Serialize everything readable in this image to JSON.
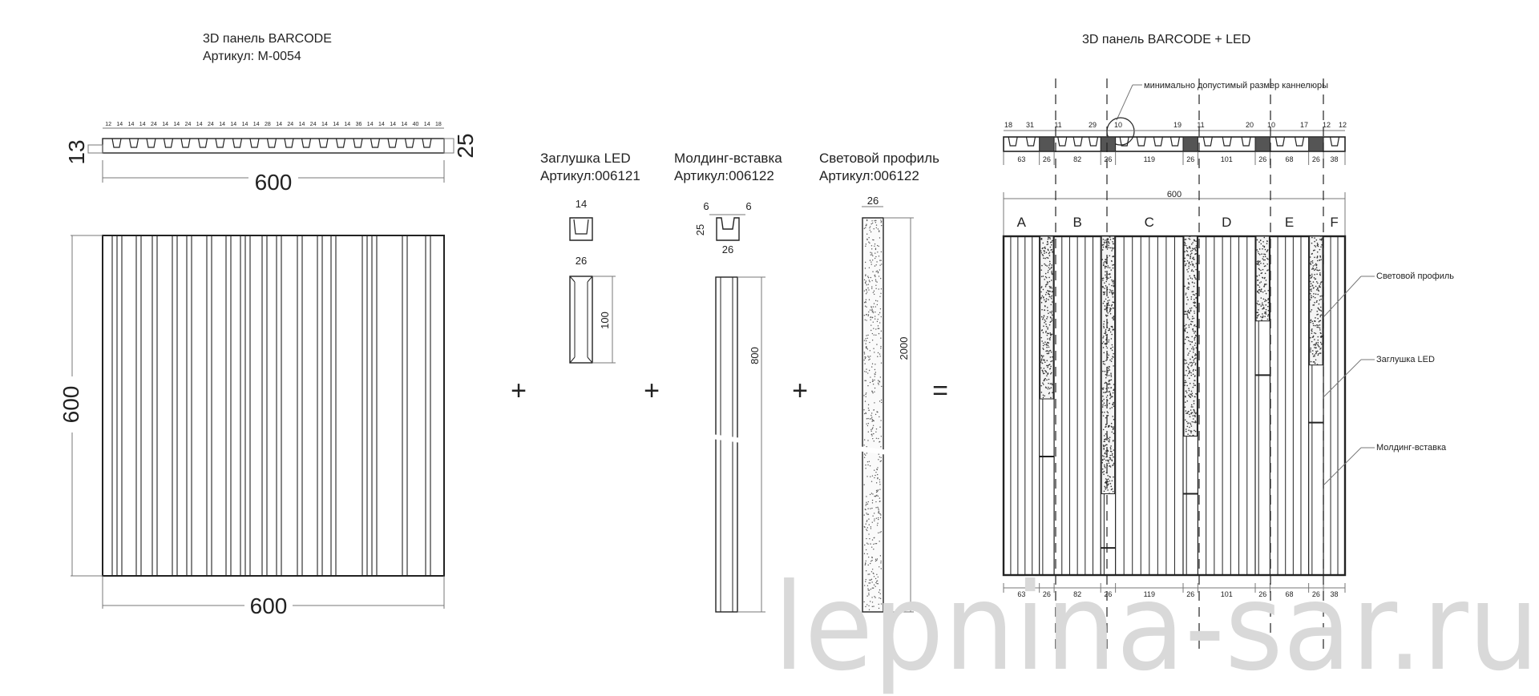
{
  "left_panel": {
    "title": "3D панель BARCODE",
    "article": "Артикул: М-0054",
    "profile_dims": [
      "12",
      "14",
      "14",
      "14",
      "24",
      "14",
      "14",
      "24",
      "14",
      "24",
      "14",
      "14",
      "14",
      "14",
      "28",
      "14",
      "24",
      "14",
      "24",
      "14",
      "14",
      "14",
      "36",
      "14",
      "14",
      "14",
      "14",
      "40",
      "14",
      "18"
    ],
    "left_height": "13",
    "right_height": "25",
    "width": "600",
    "height": "600",
    "bottom_width": "600"
  },
  "components": [
    {
      "title": "Заглушка LED",
      "article": "Артикул:006121",
      "top_dim": "14",
      "side_top_dim": "26",
      "length": "100"
    },
    {
      "title": "Молдинг-вставка",
      "article": "Артикул:006122",
      "dim_left": "6",
      "dim_right": "6",
      "dim_height": "25",
      "dim_width": "26",
      "length": "800"
    },
    {
      "title": "Световой профиль",
      "article": "Артикул:006122",
      "dim_width": "26",
      "length": "2000"
    }
  ],
  "operators": [
    "+",
    "+",
    "+",
    "="
  ],
  "right_panel": {
    "title": "3D панель BARCODE + LED",
    "callout": "минимально допустимый размер каннелюры",
    "top_dims": [
      "18",
      "31",
      "11",
      "29",
      "10",
      "19",
      "11",
      "20",
      "10",
      "17",
      "12",
      "12"
    ],
    "segment_dims": [
      "63",
      "26",
      "82",
      "26",
      "119",
      "26",
      "101",
      "26",
      "68",
      "26",
      "38"
    ],
    "total_width": "600",
    "zones": [
      "A",
      "B",
      "C",
      "D",
      "E",
      "F"
    ],
    "labels": [
      "Световой профиль",
      "Заглушка LED",
      "Молдинг-вставка"
    ]
  },
  "watermark": "lepnina-sar.ru"
}
